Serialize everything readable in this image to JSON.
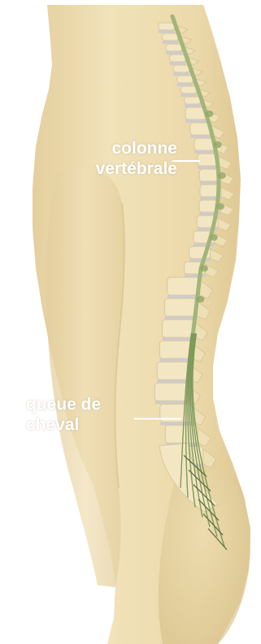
{
  "labels": {
    "spine_line1": "colonne",
    "spine_line2": "vertébrale",
    "cauda_line1": "queue de",
    "cauda_line2": "cheval"
  },
  "colors": {
    "skin": "#eddcae",
    "skin_shadow": "#d9c48f",
    "bone": "#f3e6c3",
    "disc": "#c9c9cf",
    "nerve": "#a2b57a",
    "label": "#ffffff"
  }
}
